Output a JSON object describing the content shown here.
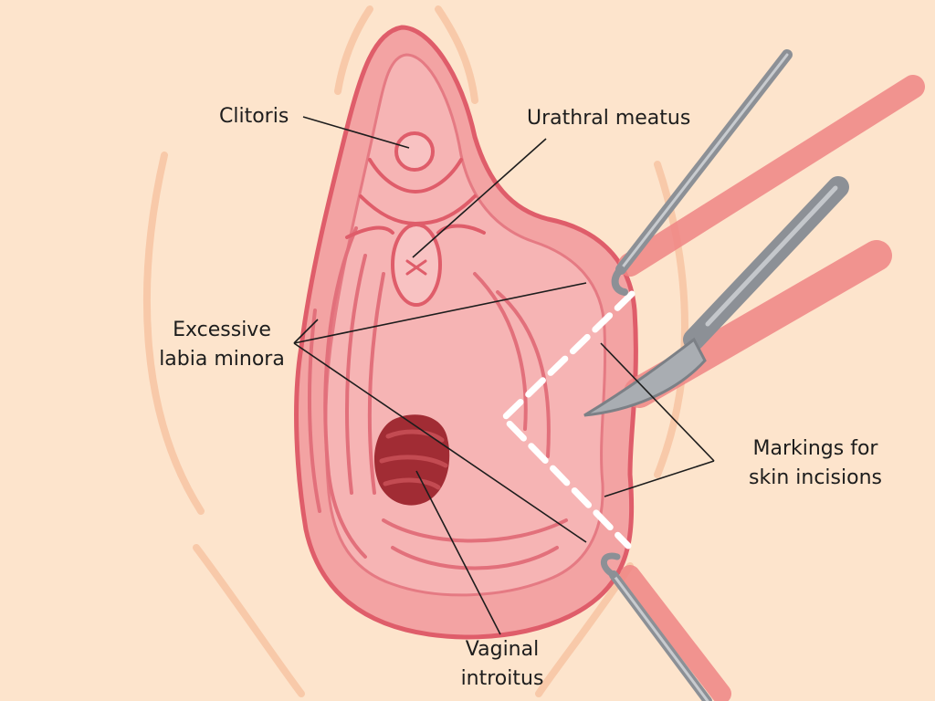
{
  "labels": {
    "clitoris": "Clitoris",
    "urethral_meatus": "Urathral meatus",
    "excessive_labia_minora": [
      "Excessive",
      "labia minora"
    ],
    "markings": [
      "Markings for",
      "skin incisions"
    ],
    "vaginal_introitus": [
      "Vaginal",
      "introitus"
    ]
  },
  "colors": {
    "background": "#fde4cc",
    "tissue_outer": "#f3a3a3",
    "tissue_inner": "#f6b4b4",
    "tissue_outline": "#df5d6a",
    "introitus": "#a12c34",
    "instrument_steel": "#9ea2a7",
    "incision_marking": "#ffffff",
    "leader_line": "#1d1d1d"
  },
  "icons": [
    "tissue-forceps-icon",
    "scalpel-icon",
    "retractor-hook-icon"
  ]
}
